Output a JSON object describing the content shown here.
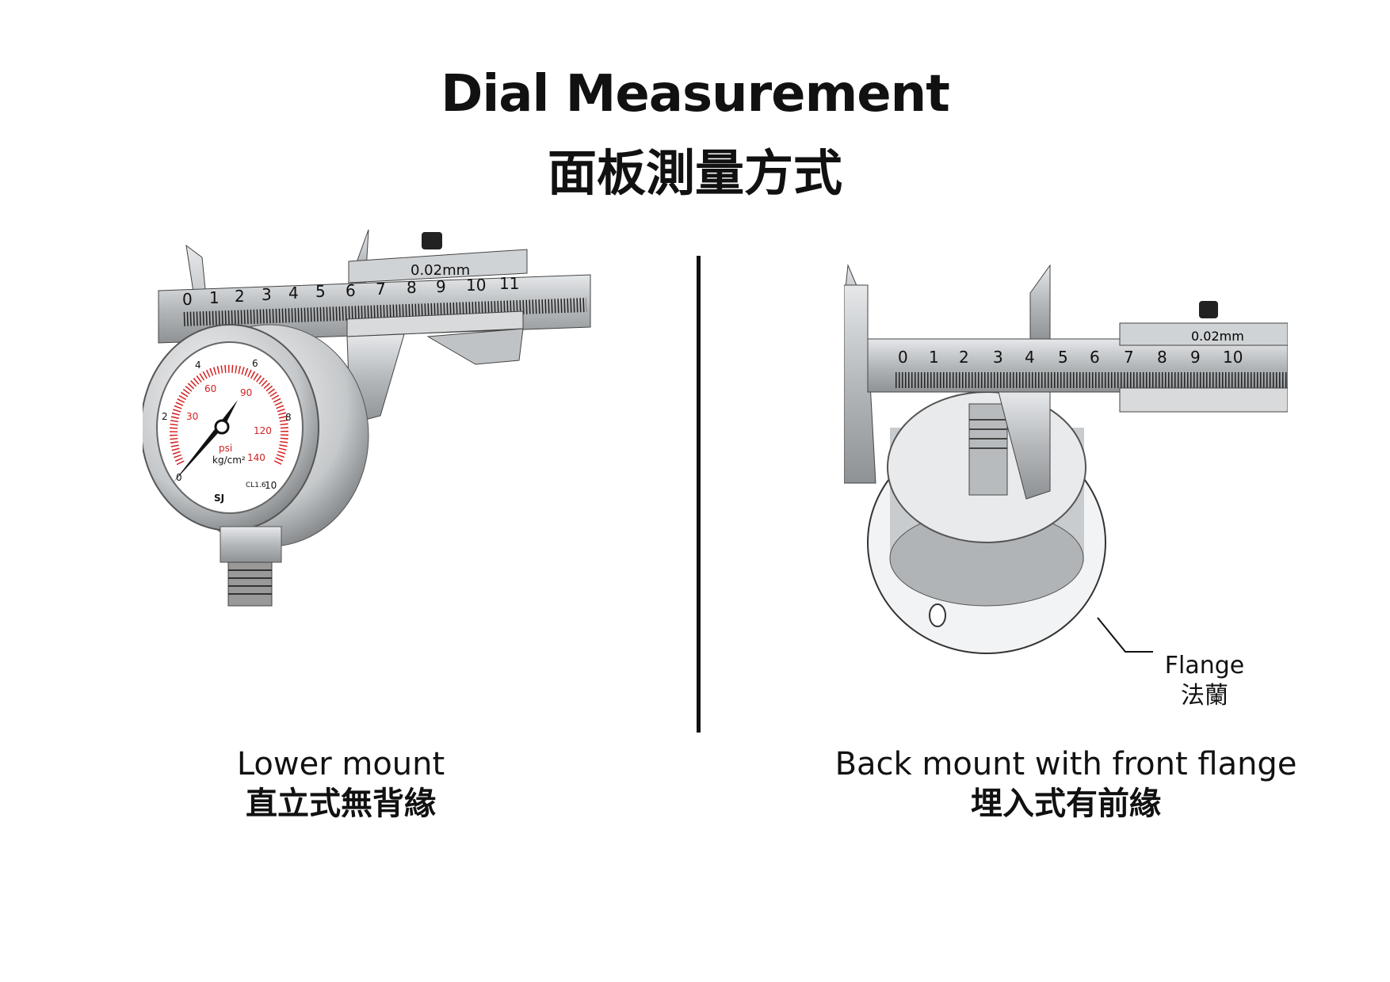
{
  "title": {
    "en": "Dial Measurement",
    "zh": "面板測量方式"
  },
  "left": {
    "caption_en": "Lower mount",
    "caption_zh": "直立式無背緣",
    "caliper_resolution": "0.02mm",
    "scale_labels": [
      "0",
      "1",
      "2",
      "3",
      "4",
      "5",
      "6",
      "7",
      "8",
      "9",
      "10",
      "11"
    ],
    "gauge": {
      "units": [
        "psi",
        "kg/cm²"
      ],
      "psi_labels": [
        "30",
        "60",
        "90",
        "120",
        "140"
      ],
      "kg_labels": [
        "0",
        "2",
        "4",
        "6",
        "8",
        "10"
      ],
      "class": "CL1.6",
      "brand": "SJ"
    }
  },
  "right": {
    "caption_en": "Back mount with front flange",
    "caption_zh": "埋入式有前緣",
    "caliper_resolution": "0.02mm",
    "scale_labels": [
      "0",
      "1",
      "2",
      "3",
      "4",
      "5",
      "6",
      "7",
      "8",
      "9",
      "10"
    ],
    "callout_en": "Flange",
    "callout_zh": "法蘭"
  },
  "colors": {
    "accent_red": "#d42020",
    "steel": "#b8bcbf",
    "ink": "#111111"
  }
}
